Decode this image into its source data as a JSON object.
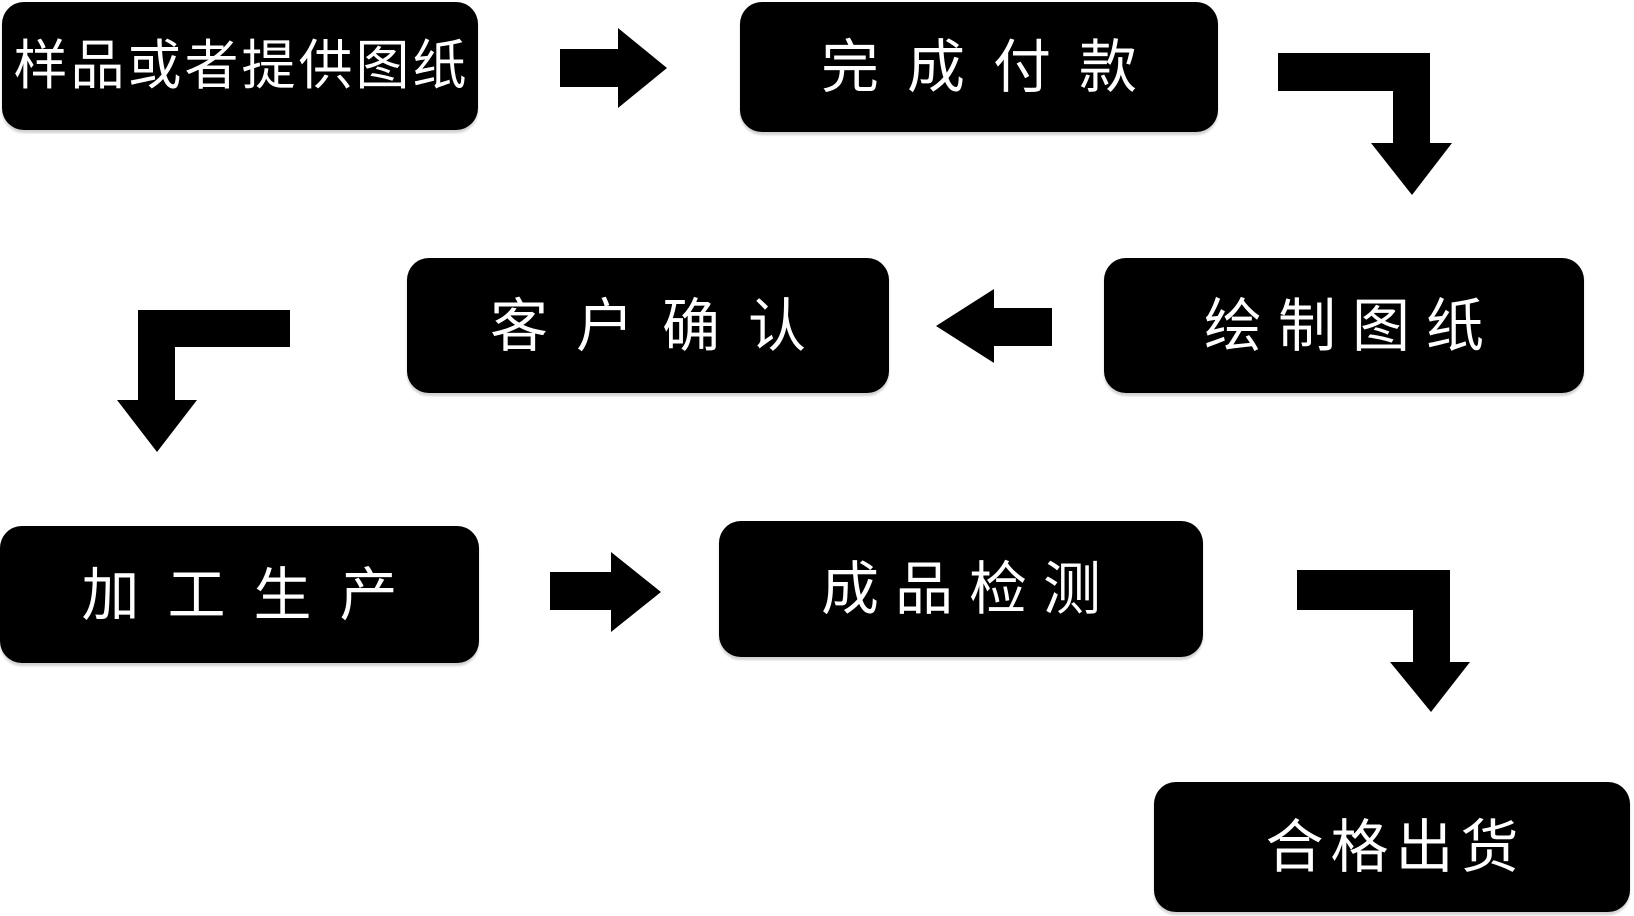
{
  "diagram": {
    "type": "flowchart",
    "colors": {
      "background": "#ffffff",
      "node_fill": "#000000",
      "node_text": "#ffffff",
      "arrow": "#000000"
    },
    "nodes": [
      {
        "id": "sample-or-drawing",
        "label": "样品或者提供图纸"
      },
      {
        "id": "complete-payment",
        "label": "完成付款"
      },
      {
        "id": "customer-confirm",
        "label": "客户确认"
      },
      {
        "id": "draw-drawing",
        "label": "绘制图纸"
      },
      {
        "id": "processing-production",
        "label": "加工生产"
      },
      {
        "id": "product-inspection",
        "label": "成品检测"
      },
      {
        "id": "qualified-shipment",
        "label": "合格出货"
      }
    ],
    "edges": [
      {
        "from": "sample-or-drawing",
        "to": "complete-payment",
        "style": "straight-right"
      },
      {
        "from": "complete-payment",
        "to": "draw-drawing",
        "style": "elbow-right-then-down"
      },
      {
        "from": "draw-drawing",
        "to": "customer-confirm",
        "style": "straight-left"
      },
      {
        "from": "customer-confirm",
        "to": "processing-production",
        "style": "elbow-left-then-down"
      },
      {
        "from": "processing-production",
        "to": "product-inspection",
        "style": "straight-right"
      },
      {
        "from": "product-inspection",
        "to": "qualified-shipment",
        "style": "elbow-right-then-down"
      }
    ]
  }
}
